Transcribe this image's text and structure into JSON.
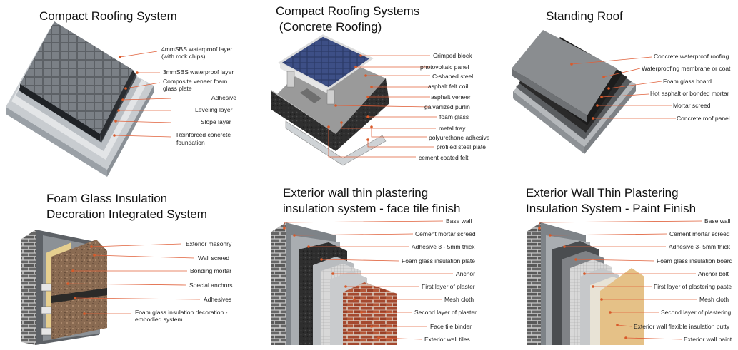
{
  "panels": [
    {
      "title_lines": [
        "Compact Roofing System"
      ],
      "labels": [
        [
          "4mmSBS waterproof layer",
          "(with rock chips)"
        ],
        [
          "3mmSBS waterproof layer"
        ],
        [
          "Composite veneer foam",
          "glass plate"
        ],
        [
          "Adhesive"
        ],
        [
          "Leveling layer"
        ],
        [
          "Slope layer"
        ],
        [
          "Reinforced concrete",
          "foundation"
        ]
      ]
    },
    {
      "title_lines": [
        "Compact Roofing Systems",
        " (Concrete Roofing)"
      ],
      "labels": [
        [
          "Crimped block"
        ],
        [
          "photovoltaic panel"
        ],
        [
          "C-shaped steel"
        ],
        [
          "asphalt felt coil"
        ],
        [
          "asphalt veneer"
        ],
        [
          "galvanized purlin"
        ],
        [
          "foam glass"
        ],
        [
          "metal tray"
        ],
        [
          "polyurethane adhesive"
        ],
        [
          "profiled steel plate"
        ],
        [
          "cement coated felt"
        ]
      ]
    },
    {
      "title_lines": [
        "Standing Roof"
      ],
      "labels": [
        [
          "Concrete waterproof roofing"
        ],
        [
          "Waterproofing membrane or coat"
        ],
        [
          "Foam glass board"
        ],
        [
          "Hot asphalt or bonded mortar"
        ],
        [
          "Mortar screed"
        ],
        [
          "Concrete roof panel"
        ]
      ]
    },
    {
      "title_lines": [
        "Foam Glass Insulation",
        "Decoration Integrated System"
      ],
      "labels": [
        [
          "Exterior masonry"
        ],
        [
          "Wall screed"
        ],
        [
          "Bonding mortar"
        ],
        [
          "Special anchors"
        ],
        [
          "Adhesives"
        ],
        [
          "Foam glass insulation decoration -",
          "embodied system"
        ]
      ]
    },
    {
      "title_lines": [
        "Exterior wall thin plastering",
        "insulation system - face tile finish"
      ],
      "labels": [
        [
          "Base wall"
        ],
        [
          "Cement mortar screed"
        ],
        [
          "Adhesive 3 - 5mm thick"
        ],
        [
          "Foam glass insulation plate"
        ],
        [
          "Anchor"
        ],
        [
          "First layer of plaster"
        ],
        [
          "Mesh cloth"
        ],
        [
          "Second layer of plaster"
        ],
        [
          "Face tile binder"
        ],
        [
          "Exterior wall tiles"
        ]
      ]
    },
    {
      "title_lines": [
        "Exterior Wall Thin Plastering",
        "Insulation System - Paint Finish"
      ],
      "labels": [
        [
          "Base wall"
        ],
        [
          "Cement mortar screed"
        ],
        [
          "Adhesive 3- 5mm thick"
        ],
        [
          "Foam glass insulation board"
        ],
        [
          "Anchor bolt"
        ],
        [
          "First layer of plastering paste"
        ],
        [
          "Mesh cloth"
        ],
        [
          "Second layer of plastering"
        ],
        [
          "Exterior wall flexible insulation putty"
        ],
        [
          "Exterior wall paint"
        ]
      ]
    }
  ],
  "colors": {
    "leader": "#e0603a",
    "dot": "#d85a2a",
    "text": "#222222"
  }
}
